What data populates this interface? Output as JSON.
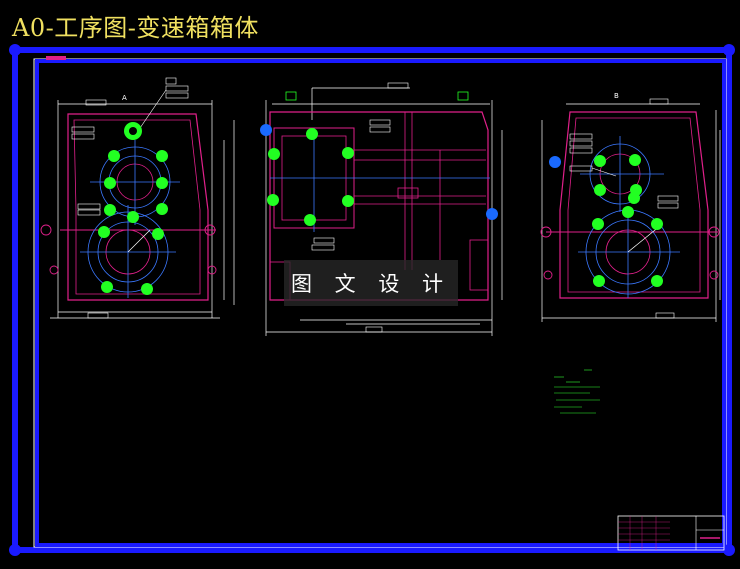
{
  "title": "A0-工序图-变速箱箱体",
  "watermark": "图 文 设 计",
  "views": {
    "left_label": "A",
    "right_label": "B"
  },
  "colors": {
    "background": "#000000",
    "frame": "#1a1aff",
    "title": "#f0e060",
    "outline": "#e0208a",
    "dimension": "#ffffff",
    "centerline": "#3b78ff",
    "hole_marker": "#22ff22",
    "note_text": "#33ff33"
  }
}
